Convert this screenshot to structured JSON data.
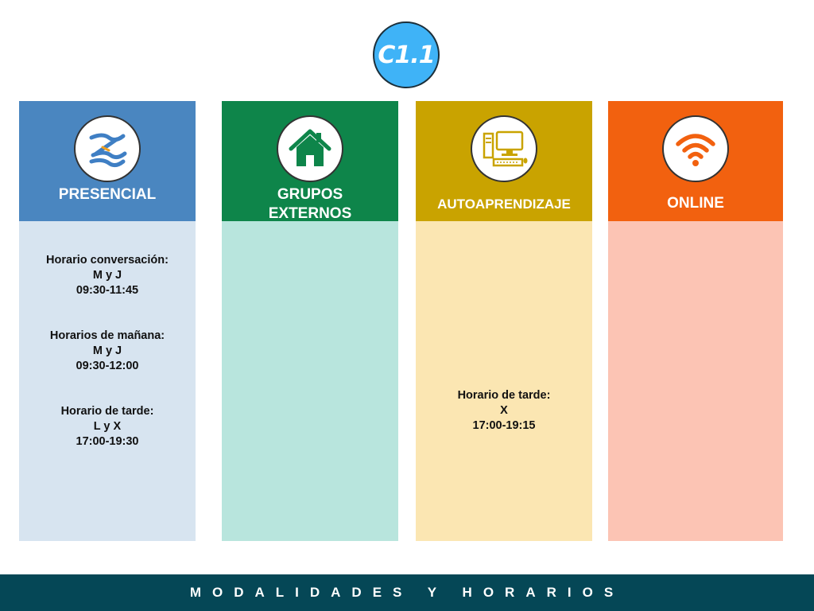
{
  "badge": {
    "label": "C1.1"
  },
  "columns": [
    {
      "title": "PRESENCIAL",
      "icon": "presencial-logo-icon",
      "header_color": "#4a86c0",
      "body_color": "#d7e4f0",
      "schedules": [
        {
          "label": "Horario conversación:",
          "days": "M y J",
          "time": "09:30-11:45"
        },
        {
          "label": "Horarios de mañana:",
          "days": "M y J",
          "time": "09:30-12:00"
        },
        {
          "label": "Horario de tarde:",
          "days": "L y X",
          "time": "17:00-19:30"
        }
      ]
    },
    {
      "title_line1": "GRUPOS",
      "title_line2": "EXTERNOS",
      "icon": "house-icon",
      "header_color": "#0e854a",
      "body_color": "#b8e5dd"
    },
    {
      "title": "AUTOAPRENDIZAJE",
      "icon": "computer-icon",
      "header_color": "#c9a300",
      "body_color": "#fbe6b2",
      "schedules": [
        {
          "label": "Horario de tarde:",
          "days": "X",
          "time": "17:00-19:15"
        }
      ]
    },
    {
      "title": "ONLINE",
      "icon": "wifi-icon",
      "header_color": "#f2610f",
      "body_color": "#fcc4b4"
    }
  ],
  "footer": {
    "text": "MODALIDADES Y HORARIOS"
  }
}
